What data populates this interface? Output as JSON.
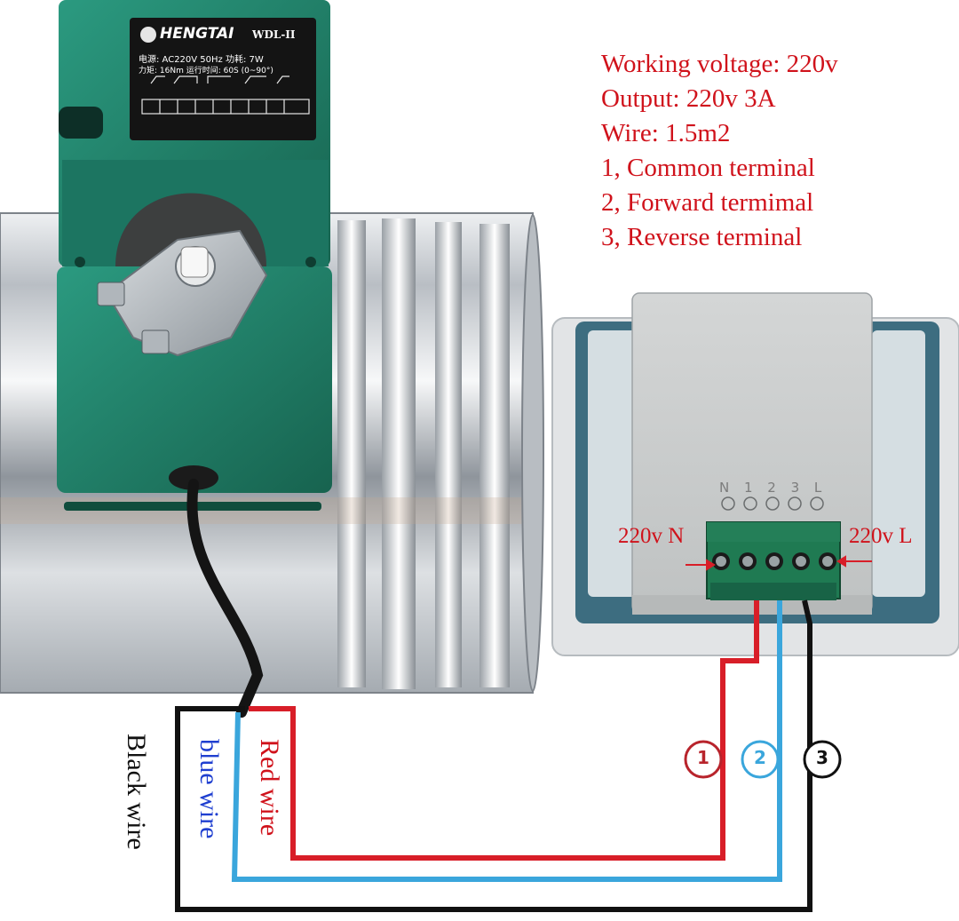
{
  "specs": {
    "lines": [
      "Working voltage: 220v",
      "Output: 220v 3A",
      "Wire: 1.5m2",
      "1, Common terminal",
      "2, Forward termimal",
      "3, Reverse terminal"
    ]
  },
  "actuator_plate": {
    "brand": "HENGTAI",
    "model": "WDL-II",
    "row1": "电源: AC220V   50Hz  功耗: 7W",
    "row2": "力矩: 16Nm  运行时间: 60S (0~90°)"
  },
  "switch_panel": {
    "terminal_markings": "N 1 2 3 L",
    "left_terminal_label": "220v N",
    "right_terminal_label": "220v L"
  },
  "wire_labels": {
    "black": "Black wire",
    "blue": "blue wire",
    "red": "Red wire"
  },
  "callouts": [
    "1",
    "2",
    "3"
  ],
  "colors": {
    "red_wire": "#d81e28",
    "blue_wire": "#3aa6dc",
    "black_wire": "#111111",
    "actuator_green": "#21806a",
    "spec_text": "#d0121b"
  }
}
